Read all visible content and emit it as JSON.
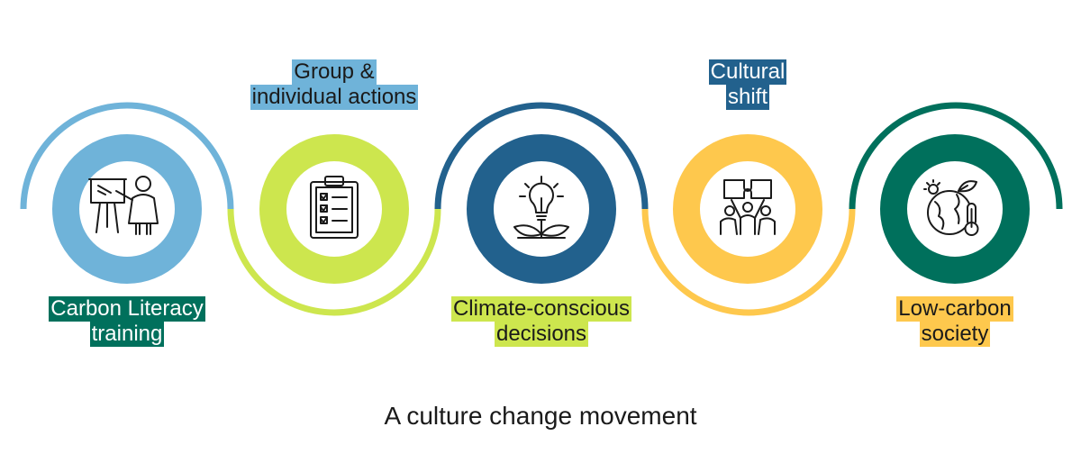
{
  "colors": {
    "lightblue": "#6fb3d9",
    "lime": "#cde64e",
    "navy": "#22618d",
    "yellow": "#fec84d",
    "green": "#00705c"
  },
  "stages": [
    {
      "label_lines": [
        "Carbon Literacy",
        "training"
      ],
      "icon": "presentation-teacher-icon"
    },
    {
      "label_lines": [
        "Group &",
        "individual actions"
      ],
      "icon": "clipboard-checklist-icon"
    },
    {
      "label_lines": [
        "Climate-conscious",
        "decisions"
      ],
      "icon": "lightbulb-plant-icon"
    },
    {
      "label_lines": [
        "Cultural",
        "shift"
      ],
      "icon": "puzzle-people-icon"
    },
    {
      "label_lines": [
        "Low-carbon",
        "society"
      ],
      "icon": "earth-thermometer-icon"
    }
  ],
  "caption": "A culture change movement"
}
